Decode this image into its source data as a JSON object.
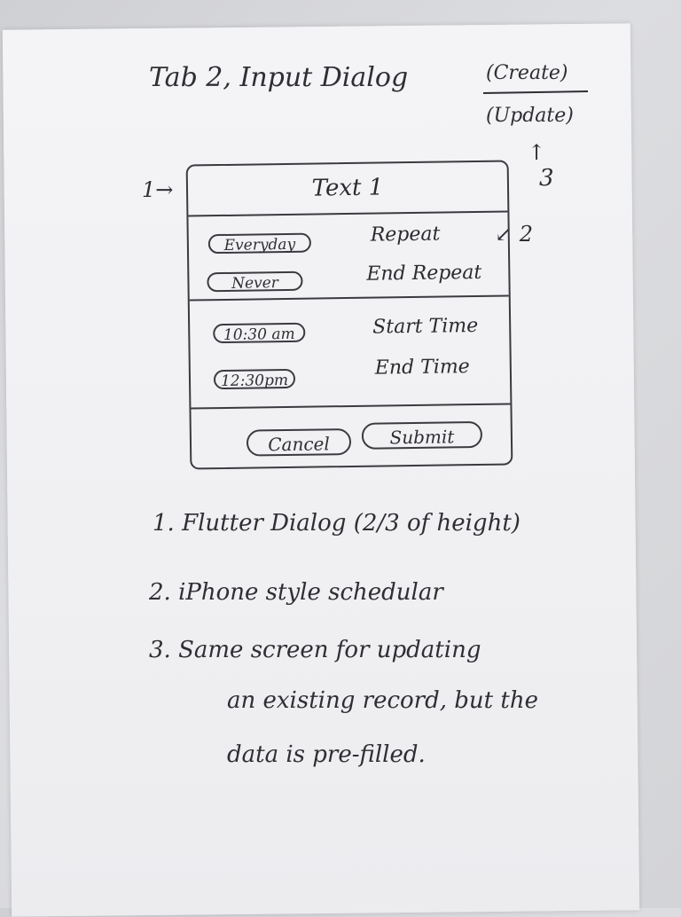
{
  "header": {
    "title": "Tab 2, Input Dialog",
    "mode_create": "(Create)",
    "mode_update": "(Update)",
    "arrow_up": "↑",
    "marker_3": "3"
  },
  "annotations": {
    "marker_1": "1→",
    "marker_2": "↙ 2"
  },
  "dialog": {
    "title": "Text 1",
    "rows": {
      "repeat_value": "Everyday",
      "repeat_label": "Repeat",
      "end_repeat_value": "Never",
      "end_repeat_label": "End Repeat",
      "start_time_value": "10:30 am",
      "start_time_label": "Start Time",
      "end_time_value": "12:30pm",
      "end_time_label": "End Time"
    },
    "buttons": {
      "cancel": "Cancel",
      "submit": "Submit"
    }
  },
  "notes": {
    "item1": "1. Flutter Dialog (2/3 of height)",
    "item2": "2. iPhone style schedular",
    "item3_line1": "3. Same screen for updating",
    "item3_line2": "an existing record, but the",
    "item3_line3": "data is pre-filled."
  }
}
